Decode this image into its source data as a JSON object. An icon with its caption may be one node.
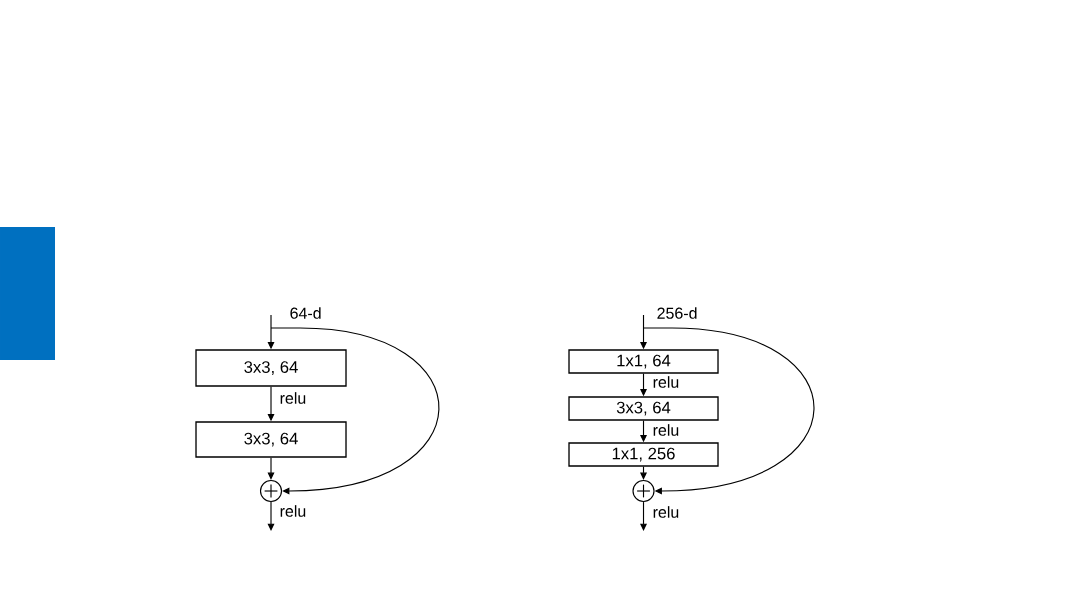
{
  "diagram": {
    "nodes": [
      {
        "text": [],
        "shape": "bar"
      },
      {
        "text": [
          "3x3, 64"
        ]
      },
      {
        "text": [
          "3x3, 64"
        ]
      },
      {
        "text": [],
        "shape": "circle"
      },
      {
        "text": [
          "1x1, 64"
        ]
      },
      {
        "text": [
          "3x3, 64"
        ]
      },
      {
        "text": [
          "1x1, 256"
        ]
      },
      {
        "text": [],
        "shape": "circle"
      }
    ],
    "edges": [
      {
        "from": null,
        "to": 1,
        "arrow": "to",
        "label": "64-d"
      },
      {
        "from": 1,
        "to": 2,
        "arrow": "to",
        "label": "relu"
      },
      {
        "from": 2,
        "to": 3,
        "arrow": "to"
      },
      {
        "from": null,
        "to": 3,
        "arrow": "to"
      },
      {
        "from": 3,
        "to": null,
        "arrow": "to",
        "label": "relu"
      },
      {
        "from": null,
        "to": 4,
        "arrow": "to",
        "label": "256-d"
      },
      {
        "from": 4,
        "to": 5,
        "arrow": "to",
        "label": "relu"
      },
      {
        "from": 5,
        "to": 6,
        "arrow": "to",
        "label": "relu"
      },
      {
        "from": 6,
        "to": 7,
        "arrow": "to"
      },
      {
        "from": null,
        "to": 7,
        "arrow": "to"
      },
      {
        "from": 7,
        "to": null,
        "arrow": "to",
        "label": "relu"
      }
    ]
  }
}
